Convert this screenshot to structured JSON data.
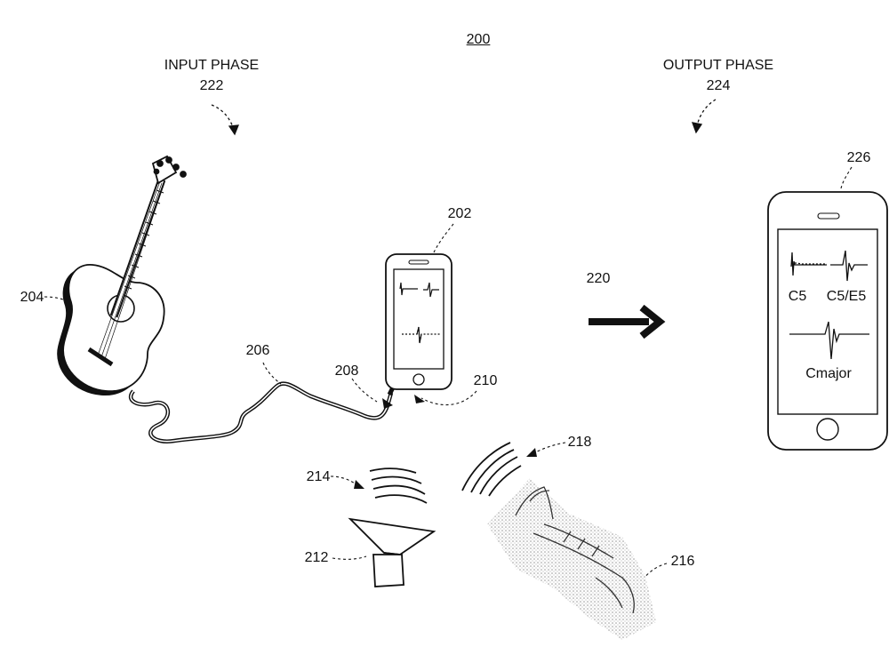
{
  "figure": {
    "number": "200",
    "input_phase": {
      "title": "INPUT PHASE",
      "ref": "222"
    },
    "output_phase": {
      "title": "OUTPUT PHASE",
      "ref": "224"
    }
  },
  "refs": {
    "device_input": "202",
    "guitar": "204",
    "cable": "206",
    "jack": "208",
    "port": "210",
    "speaker": "212",
    "speaker_sound": "214",
    "trumpet": "216",
    "trumpet_sound": "218",
    "process_arrow": "220",
    "device_output": "226"
  },
  "output_screen": {
    "note_1": "C5",
    "note_2": "C5/E5",
    "chord": "Cmajor"
  },
  "colors": {
    "ink": "#111111",
    "stipple": "#9a9a9a"
  }
}
